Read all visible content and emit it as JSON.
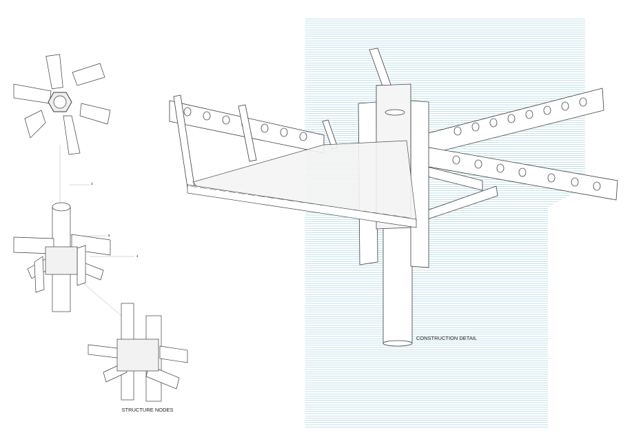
{
  "labels": {
    "structure_nodes": "STRUCTURE NODES",
    "construction_detail": "CONSTRUCTION DETAIL"
  },
  "callouts": [
    "3",
    "5",
    "4"
  ],
  "colors": {
    "background": "#ffffff",
    "panel_hatch": "#6fb6cc",
    "line": "#3a3a3a",
    "light_line": "#8a8a8a"
  }
}
